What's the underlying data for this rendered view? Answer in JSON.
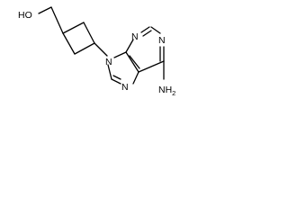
{
  "atoms": {
    "hydroxyl": "HO",
    "n9": "N",
    "n7": "N",
    "n3": "N",
    "n1": "N",
    "amine_n": "NH",
    "amine_sub": "2"
  },
  "colors": {
    "bond": "#000000",
    "label": "#000000",
    "background": "#ffffff"
  }
}
